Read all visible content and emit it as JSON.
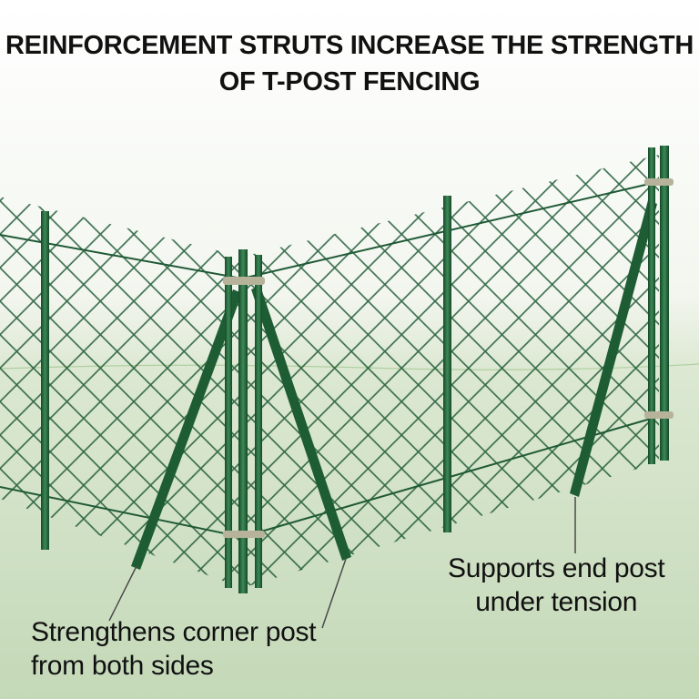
{
  "headline": {
    "line1": "REINFORCEMENT STRUTS INCREASE THE STRENGTH",
    "line2": "OF T-POST FENCING"
  },
  "callouts": {
    "corner": {
      "line1": "Strengthens corner post",
      "line2": "from both sides"
    },
    "end": {
      "line1": "Supports end post",
      "line2": "under tension"
    }
  },
  "colors": {
    "sky_top": "#ffffff",
    "ground": "#c8dcbc",
    "mesh": "#1f5a36",
    "post": "#1e5d34",
    "post_highlight": "#3c8a55",
    "bracket": "#b7b39a",
    "leader": "#4a4a4a"
  }
}
